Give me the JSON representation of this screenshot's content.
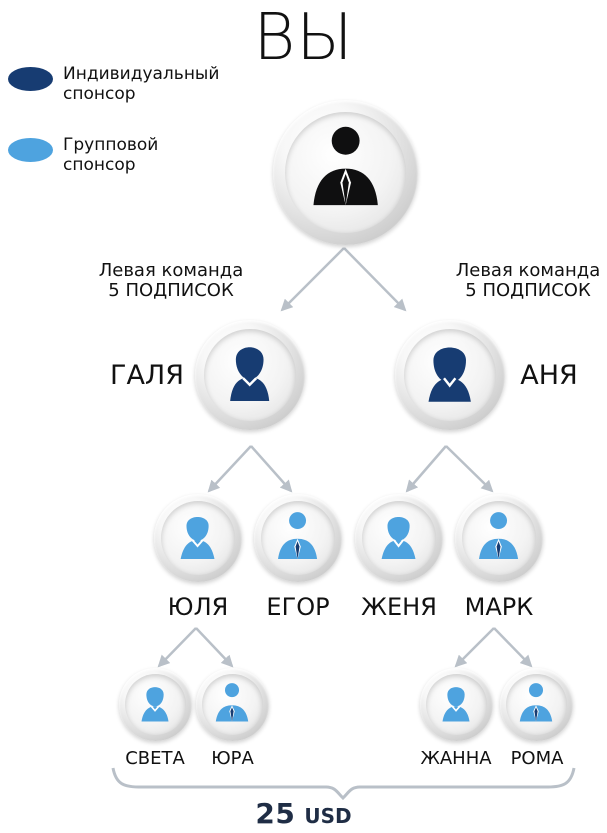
{
  "title": "ВЫ",
  "colors": {
    "individual": "#173c72",
    "group": "#4ea3df",
    "arrow": "#b9c0c8",
    "dark_silhouette": "#0f0f10",
    "text": "#111111",
    "amount": "#1f2d45"
  },
  "legend": [
    {
      "label": "Индивидуальный\nспонсор",
      "color": "#173c72"
    },
    {
      "label": "Групповой\nспонсор",
      "color": "#4ea3df"
    }
  ],
  "team_labels": {
    "left": {
      "line1": "Левая команда",
      "line2": "5 ПОДПИСОК"
    },
    "right": {
      "line1": "Левая команда",
      "line2": "5 ПОДПИСОК"
    }
  },
  "people": {
    "root": {
      "name": "",
      "icon": "male-silhouette-icon"
    },
    "galya": {
      "name": "ГАЛЯ",
      "icon": "female-silhouette-icon"
    },
    "anya": {
      "name": "АНЯ",
      "icon": "female-silhouette-icon"
    },
    "yulya": {
      "name": "ЮЛЯ",
      "icon": "female-silhouette-icon"
    },
    "egor": {
      "name": "ЕГОР",
      "icon": "male-silhouette-icon"
    },
    "zhenya": {
      "name": "ЖЕНЯ",
      "icon": "female-silhouette-icon"
    },
    "mark": {
      "name": "МАРК",
      "icon": "male-silhouette-icon"
    },
    "sveta": {
      "name": "СВЕТА",
      "icon": "female-silhouette-icon"
    },
    "yura": {
      "name": "ЮРА",
      "icon": "male-silhouette-icon"
    },
    "zhanna": {
      "name": "ЖАННА",
      "icon": "female-silhouette-icon"
    },
    "roma": {
      "name": "РОМА",
      "icon": "male-silhouette-icon"
    }
  },
  "bottom": {
    "amount": "25",
    "unit": "USD"
  }
}
